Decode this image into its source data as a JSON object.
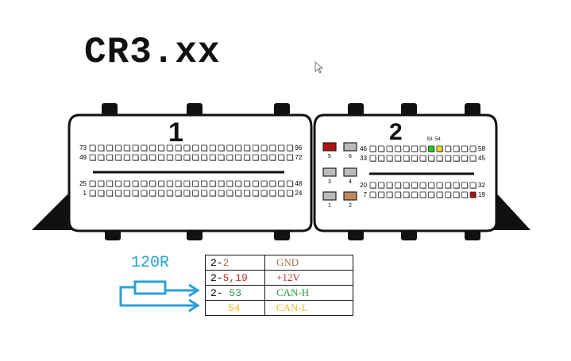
{
  "title": "CR3.xx",
  "connector1": {
    "label": "1",
    "rows": [
      {
        "start": 73,
        "end": 96
      },
      {
        "start": 49,
        "end": 72
      },
      {
        "start": 25,
        "end": 48
      },
      {
        "start": 1,
        "end": 24
      }
    ]
  },
  "connector2": {
    "label": "2",
    "rows": [
      {
        "start": 46,
        "end": 58
      },
      {
        "start": 33,
        "end": 45
      },
      {
        "start": 20,
        "end": 32
      },
      {
        "start": 7,
        "end": 19
      }
    ],
    "big_pins": [
      "5",
      "6",
      "3",
      "4",
      "1",
      "2"
    ],
    "highlight_pins": {
      "53": "#22cc22",
      "54": "#f0e020",
      "19": "#b01010"
    },
    "top_labels": [
      "53",
      "54"
    ]
  },
  "resistor": {
    "label": "120R",
    "color": "#2aa0d8"
  },
  "table": [
    {
      "pin_prefix": "2-",
      "pin": "2",
      "pin_color": "#a0704a",
      "signal": "GND",
      "signal_color": "#a0704a"
    },
    {
      "pin_prefix": "2-",
      "pin": "5,19",
      "pin_color": "#c03030",
      "signal": "+12V",
      "signal_color": "#c03030"
    },
    {
      "pin_prefix": "2- ",
      "pin": "53",
      "pin_color": "#2a9a4a",
      "signal": "CAN-H",
      "signal_color": "#2a9a4a"
    },
    {
      "pin_prefix": "",
      "pin": "54",
      "pin_color": "#e8c020",
      "signal": "CAN-L",
      "signal_color": "#e8c020"
    }
  ]
}
